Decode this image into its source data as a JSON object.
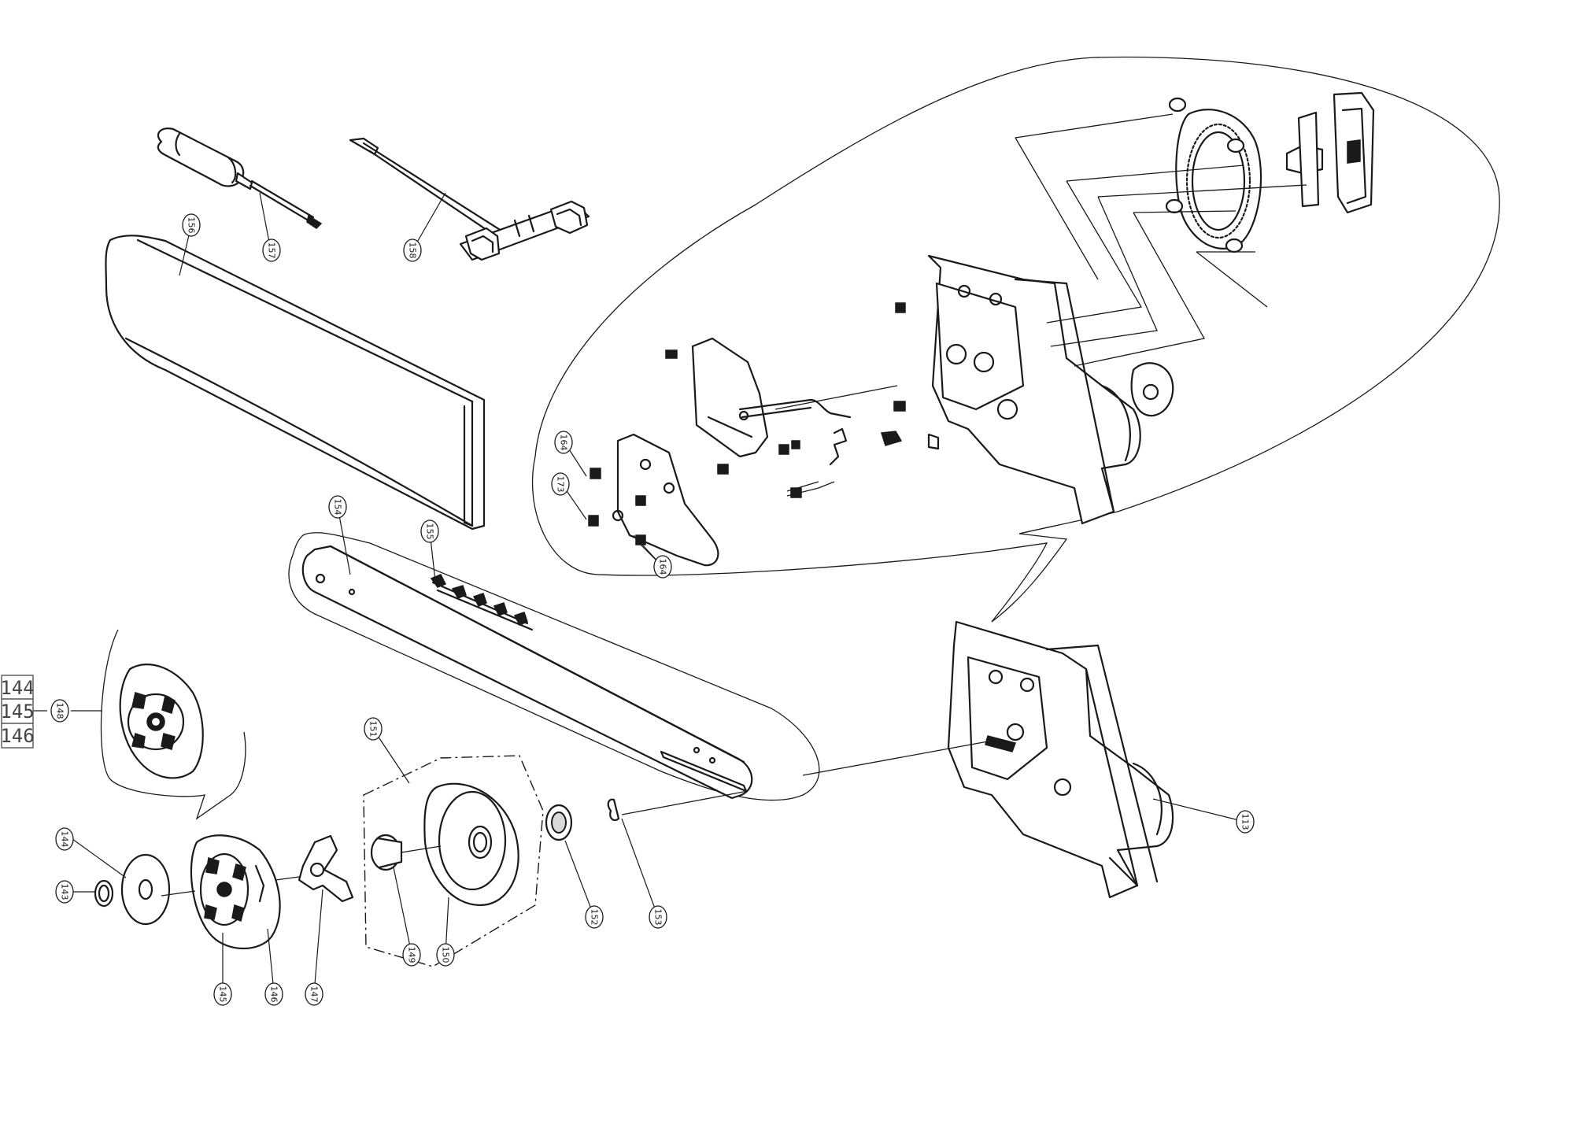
{
  "callouts": [
    {
      "id": "c157",
      "label": "157"
    },
    {
      "id": "c158",
      "label": "158"
    },
    {
      "id": "c156",
      "label": "156"
    },
    {
      "id": "c164a",
      "label": "164"
    },
    {
      "id": "c173",
      "label": "173"
    },
    {
      "id": "c164b",
      "label": "164"
    },
    {
      "id": "c154",
      "label": "154"
    },
    {
      "id": "c155",
      "label": "155"
    },
    {
      "id": "c148",
      "label": "148"
    },
    {
      "id": "c151",
      "label": "151"
    },
    {
      "id": "c144",
      "label": "144"
    },
    {
      "id": "c143",
      "label": "143"
    },
    {
      "id": "c145",
      "label": "145"
    },
    {
      "id": "c146",
      "label": "146"
    },
    {
      "id": "c147",
      "label": "147"
    },
    {
      "id": "c149",
      "label": "149"
    },
    {
      "id": "c150",
      "label": "150"
    },
    {
      "id": "c152",
      "label": "152"
    },
    {
      "id": "c153",
      "label": "153"
    },
    {
      "id": "c113",
      "label": "113"
    }
  ],
  "part_group_box": [
    "144",
    "145",
    "146"
  ]
}
